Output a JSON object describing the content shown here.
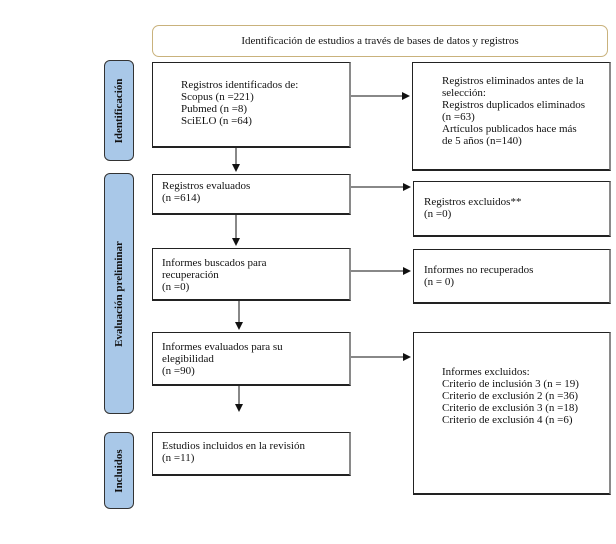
{
  "title": "Identificación de estudios a través de bases de datos y registros",
  "stages": [
    {
      "id": "identificacion",
      "label": "Identificación"
    },
    {
      "id": "evaluacion",
      "label": "Evaluación preliminar"
    },
    {
      "id": "incluidos",
      "label": "Incluidos"
    }
  ],
  "main_flow": [
    {
      "id": "registros-identificados",
      "lines": "Registros identificados de:\nScopus (n =221)\nPubmed (n =8)\nSciELO (n =64)"
    },
    {
      "id": "registros-evaluados",
      "lines": "Registros evaluados\n(n =614)"
    },
    {
      "id": "informes-buscados",
      "lines": "Informes buscados para\nrecuperación\n(n =0)"
    },
    {
      "id": "informes-evaluados",
      "lines": "Informes evaluados para su\nelegibilidad\n(n =90)"
    },
    {
      "id": "estudios-incluidos",
      "lines": "Estudios incluidos en la revisión\n(n =11)"
    }
  ],
  "side_boxes": [
    {
      "id": "registros-eliminados",
      "lines": "Registros eliminados antes de la\nselección:\nRegistros duplicados eliminados\n(n =63)\nArtículos publicados hace más\nde 5 años (n=140)"
    },
    {
      "id": "registros-excluidos",
      "lines": "Registros excluidos**\n(n =0)"
    },
    {
      "id": "informes-no-recuperados",
      "lines": "Informes no recuperados\n(n = 0)"
    },
    {
      "id": "informes-excluidos",
      "lines": "Informes excluidos:\nCriterio de inclusión 3 (n = 19)\nCriterio de exclusión 2 (n =36)\nCriterio de exclusión 3 (n =18)\nCriterio de exclusión 4 (n =6)"
    }
  ],
  "colors": {
    "stage_fill": "#a9c8e8",
    "title_border": "#c9b27c",
    "line": "#111111"
  }
}
